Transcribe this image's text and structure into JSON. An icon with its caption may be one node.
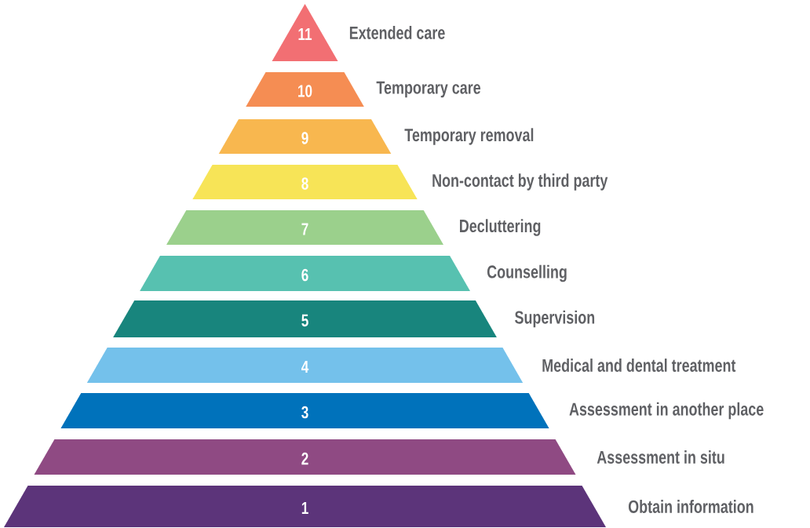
{
  "diagram": {
    "nodes": [
      {
        "text": [
          "11"
        ],
        "beside": [
          "Extended care"
        ]
      },
      {
        "text": [
          "10"
        ],
        "beside": [
          "Temporary care"
        ]
      },
      {
        "text": [
          "9"
        ],
        "beside": [
          "Temporary removal"
        ]
      },
      {
        "text": [
          "8"
        ],
        "beside": [
          "Non-contact by third party"
        ]
      },
      {
        "text": [
          "7"
        ],
        "beside": [
          "Decluttering"
        ]
      },
      {
        "text": [
          "6"
        ],
        "beside": [
          "Counselling"
        ]
      },
      {
        "text": [
          "5"
        ],
        "beside": [
          "Supervision"
        ]
      },
      {
        "text": [
          "4"
        ],
        "beside": [
          "Medical and dental treatment"
        ]
      },
      {
        "text": [
          "3"
        ],
        "beside": [
          "Assessment in another place"
        ]
      },
      {
        "text": [
          "2"
        ],
        "beside": [
          "Assessment in situ"
        ]
      },
      {
        "text": [
          "1"
        ],
        "beside": [
          "Obtain information"
        ]
      }
    ]
  }
}
